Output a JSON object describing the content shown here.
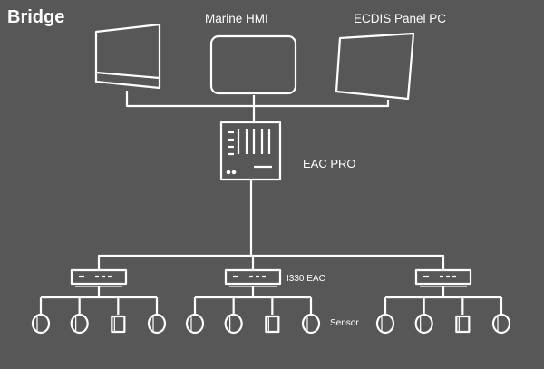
{
  "title": "Bridge",
  "colors": {
    "background": "#575757",
    "line": "#ffffff"
  },
  "displays": [
    {
      "name": "display-left",
      "label": ""
    },
    {
      "name": "marine-hmi",
      "label": "Marine HMI"
    },
    {
      "name": "ecdis-panel-pc",
      "label": "ECDIS Panel PC"
    }
  ],
  "controller": {
    "label": "EAC PRO"
  },
  "modules": {
    "label": "I330 EAC",
    "count": 3
  },
  "sensors": {
    "label": "Sensor",
    "per_module": 4
  }
}
